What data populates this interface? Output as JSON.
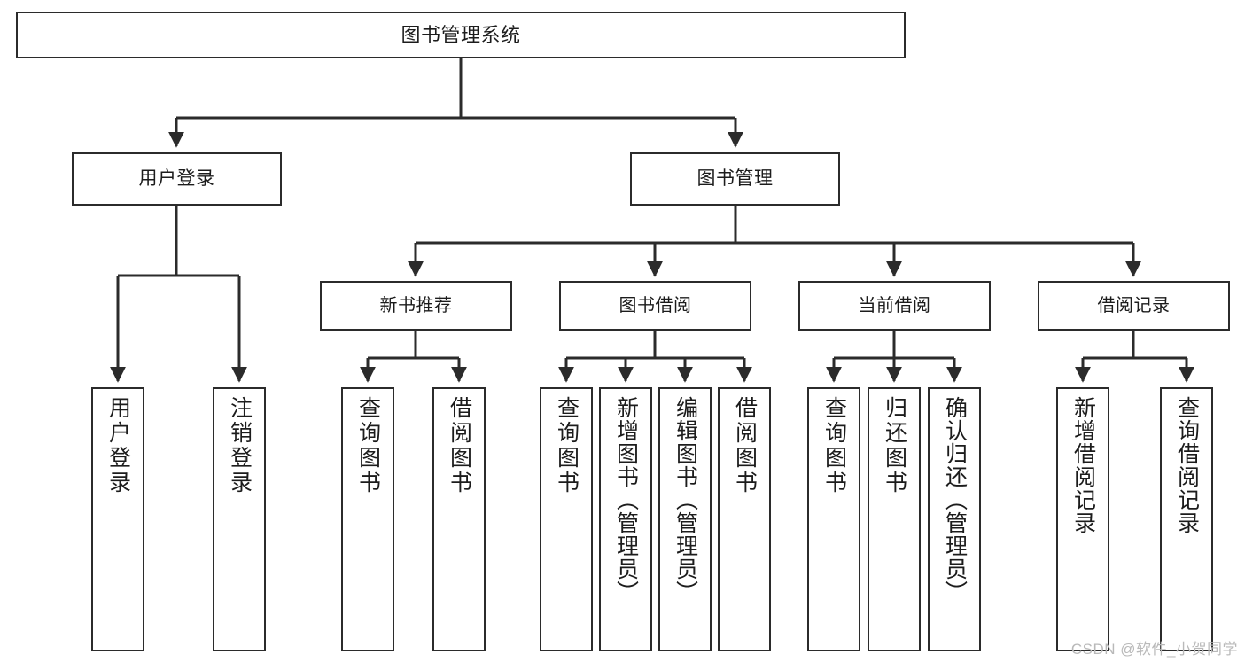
{
  "diagram": {
    "title": "图书管理系统",
    "type": "tree",
    "watermark": "CSDN @软件_小贺同学",
    "nodes": {
      "root": {
        "label": "图书管理系统"
      },
      "level2": [
        {
          "id": "user-login",
          "label": "用户登录"
        },
        {
          "id": "book-management",
          "label": "图书管理"
        }
      ],
      "level3": [
        {
          "id": "new-book-recommend",
          "label": "新书推荐"
        },
        {
          "id": "book-borrow",
          "label": "图书借阅"
        },
        {
          "id": "current-borrow",
          "label": "当前借阅"
        },
        {
          "id": "borrow-record",
          "label": "借阅记录"
        }
      ],
      "leaves": [
        {
          "id": "leaf-user-login",
          "label": "用户登录",
          "parent": "user-login"
        },
        {
          "id": "leaf-logout-login",
          "label": "注销登录",
          "parent": "user-login"
        },
        {
          "id": "leaf-query-book-1",
          "label": "查询图书",
          "parent": "new-book-recommend"
        },
        {
          "id": "leaf-borrow-book-1",
          "label": "借阅图书",
          "parent": "new-book-recommend"
        },
        {
          "id": "leaf-query-book-2",
          "label": "查询图书",
          "parent": "book-borrow"
        },
        {
          "id": "leaf-add-book",
          "label": "新增图书（管理员）",
          "parent": "book-borrow"
        },
        {
          "id": "leaf-edit-book",
          "label": "编辑图书（管理员）",
          "parent": "book-borrow"
        },
        {
          "id": "leaf-borrow-book-2",
          "label": "借阅图书",
          "parent": "book-borrow"
        },
        {
          "id": "leaf-query-book-3",
          "label": "查询图书",
          "parent": "current-borrow"
        },
        {
          "id": "leaf-return-book",
          "label": "归还图书",
          "parent": "current-borrow"
        },
        {
          "id": "leaf-confirm-return",
          "label": "确认归还（管理员）",
          "parent": "current-borrow"
        },
        {
          "id": "leaf-add-record",
          "label": "新增借阅记录",
          "parent": "borrow-record"
        },
        {
          "id": "leaf-query-record",
          "label": "查询借阅记录",
          "parent": "borrow-record"
        }
      ]
    },
    "colors": {
      "stroke": "#2b2b2b",
      "fill": "#ffffff",
      "text": "#1c1c1c",
      "watermark": "#b9b9b9"
    }
  }
}
